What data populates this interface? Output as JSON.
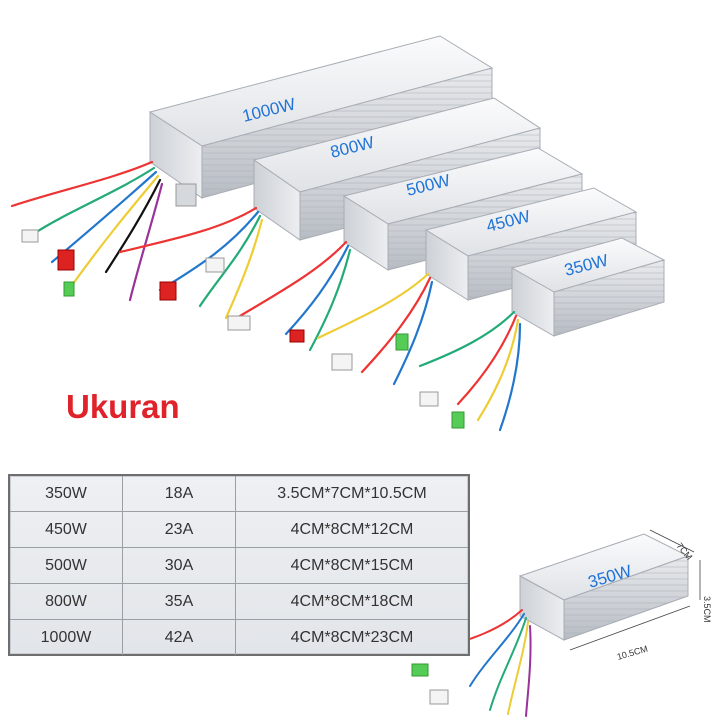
{
  "heading": "Ukuran",
  "product_labels": [
    "1000W",
    "800W",
    "500W",
    "450W",
    "350W"
  ],
  "table": {
    "rows": [
      {
        "power": "350W",
        "current": "18A",
        "size": "3.5CM*7CM*10.5CM"
      },
      {
        "power": "450W",
        "current": "23A",
        "size": "4CM*8CM*12CM"
      },
      {
        "power": "500W",
        "current": "30A",
        "size": "4CM*8CM*15CM"
      },
      {
        "power": "800W",
        "current": "35A",
        "size": "4CM*8CM*18CM"
      },
      {
        "power": "1000W",
        "current": "42A",
        "size": "4CM*8CM*23CM"
      }
    ]
  },
  "detail": {
    "label": "350W",
    "width_label": "7CM",
    "height_label": "3.5CM",
    "length_label": "10.5CM"
  },
  "colors": {
    "heading": "#e0222a",
    "label": "#1f73d6",
    "metal_light": "#f2f3f5",
    "metal_dark": "#b8bdc4"
  }
}
